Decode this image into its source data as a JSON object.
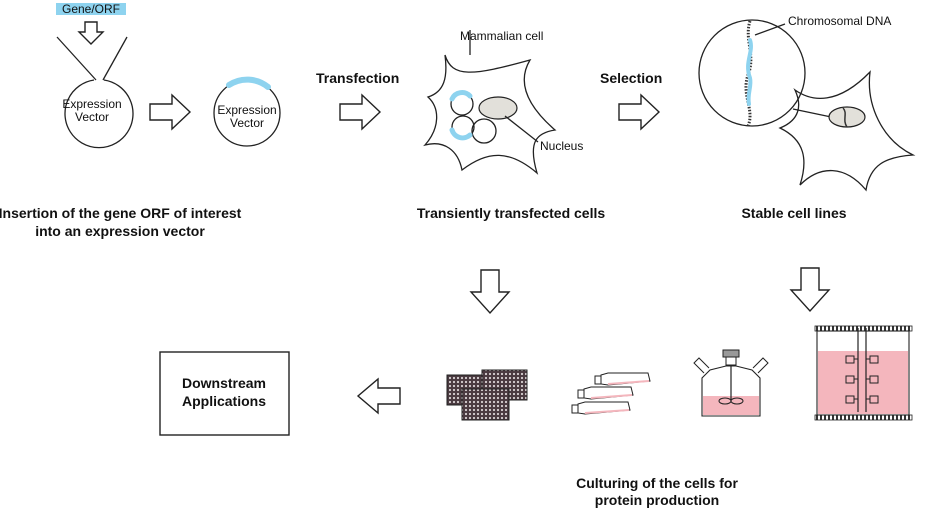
{
  "labels": {
    "gene_orf": "Gene/ORF",
    "expression_vector_line1": "Expression",
    "expression_vector_line2": "Vector",
    "transfection": "Transfection",
    "selection": "Selection",
    "mammalian_cell": "Mammalian cell",
    "nucleus": "Nucleus",
    "chromosomal_dna": "Chromosomal DNA",
    "insertion_line1": "Insertion of the gene ORF of interest",
    "insertion_line2": "into an expression vector",
    "transient_cells": "Transiently transfected cells",
    "stable_lines": "Stable cell lines",
    "downstream_line1": "Downstream",
    "downstream_line2": "Applications",
    "culturing_line1": "Culturing of the  cells for",
    "culturing_line2": "protein production"
  },
  "colors": {
    "insert_blue": "#8ed3ef",
    "medium_pink": "#f4b6bd",
    "nucleus_gray": "#e2e0da",
    "plate_dark": "#4a3a40"
  },
  "icons": [
    "block-arrow-right",
    "block-arrow-down",
    "block-arrow-left",
    "plasmid-circle",
    "mammalian-cell",
    "well-plate",
    "culture-flask",
    "spinner-flask",
    "bioreactor"
  ]
}
